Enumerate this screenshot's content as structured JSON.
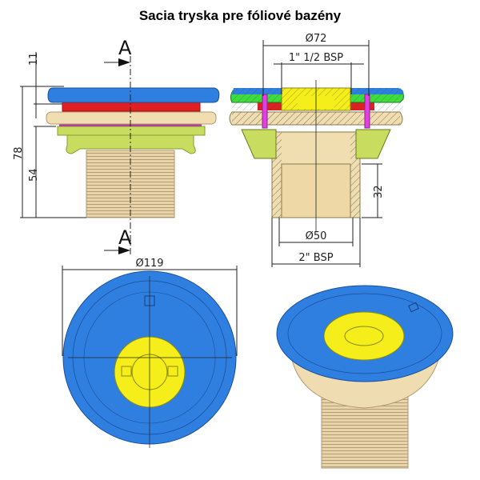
{
  "title": "Sacia tryska pre fóliové bazény",
  "section_labels": {
    "top": "A",
    "bottom": "A"
  },
  "dimensions": {
    "cap_height": "11",
    "total_height": "78",
    "body_height": "54",
    "outer_diameter_top": "Ø72",
    "thread_top": "1\" 1/2 BSP",
    "inner_depth": "32",
    "inner_diameter": "Ø50",
    "thread_bottom": "2\" BSP",
    "cap_diameter": "Ø119"
  },
  "colors": {
    "cap": "#2f7fe0",
    "gasket": "#e02020",
    "flange": "#f0deb0",
    "nut": "#c8dc60",
    "insert": "#f5ee1a",
    "section_green": "#3fdc3f",
    "screw": "#e040e0"
  }
}
